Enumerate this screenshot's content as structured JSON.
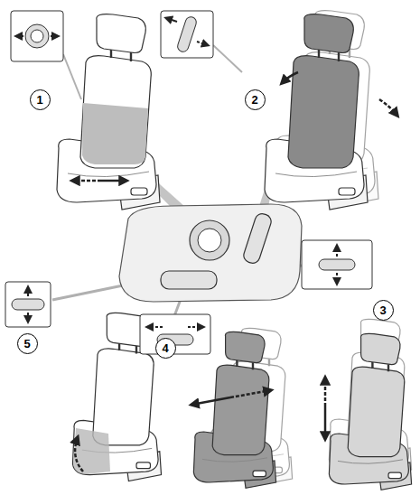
{
  "diagram": {
    "nodes": [
      {
        "text": [
          "1"
        ]
      },
      {
        "text": [
          "2"
        ]
      },
      {
        "text": [
          "3"
        ]
      },
      {
        "text": [
          "5"
        ]
      },
      {
        "text": [
          "4"
        ]
      }
    ]
  }
}
